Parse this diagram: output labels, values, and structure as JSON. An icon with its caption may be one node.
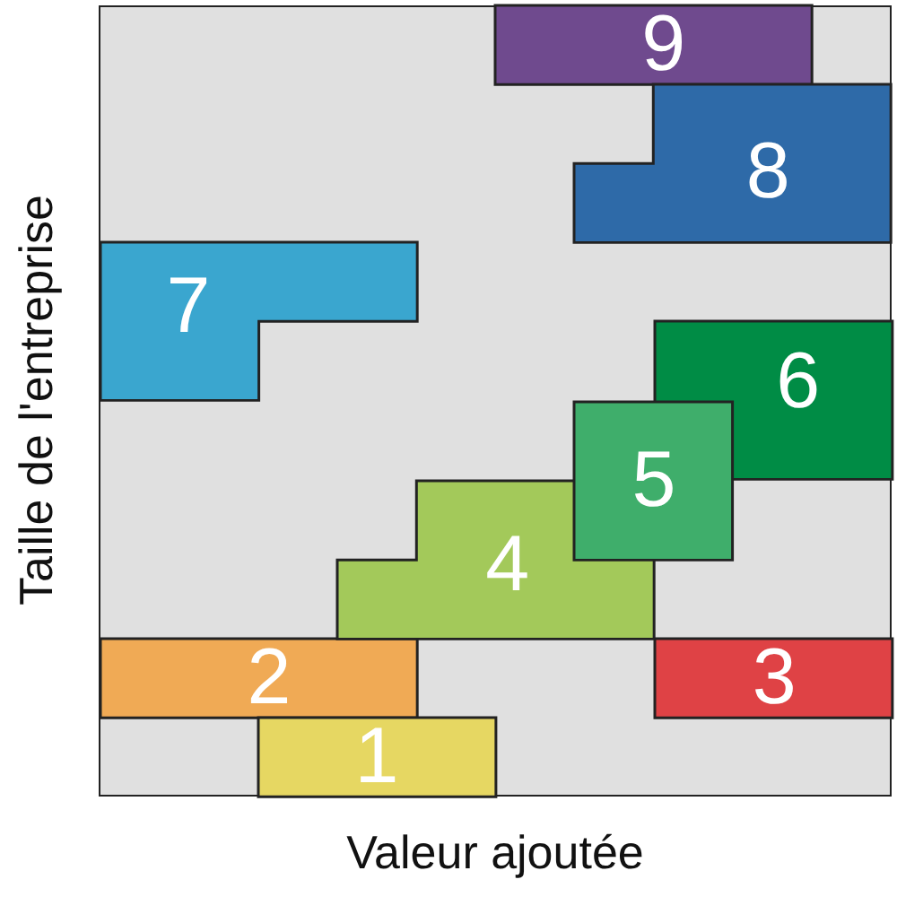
{
  "diagram": {
    "nodes": [
      {
        "text": [
          "9"
        ]
      },
      {
        "text": [
          "8"
        ]
      },
      {
        "text": [
          "7"
        ]
      },
      {
        "text": [
          "6"
        ]
      },
      {
        "text": [
          "5"
        ]
      },
      {
        "text": [
          "4"
        ]
      },
      {
        "text": [
          "2"
        ]
      },
      {
        "text": [
          "3"
        ]
      },
      {
        "text": [
          "1"
        ]
      }
    ],
    "labels": [
      "Taille de l'entreprise",
      "Valeur ajoutée"
    ]
  }
}
